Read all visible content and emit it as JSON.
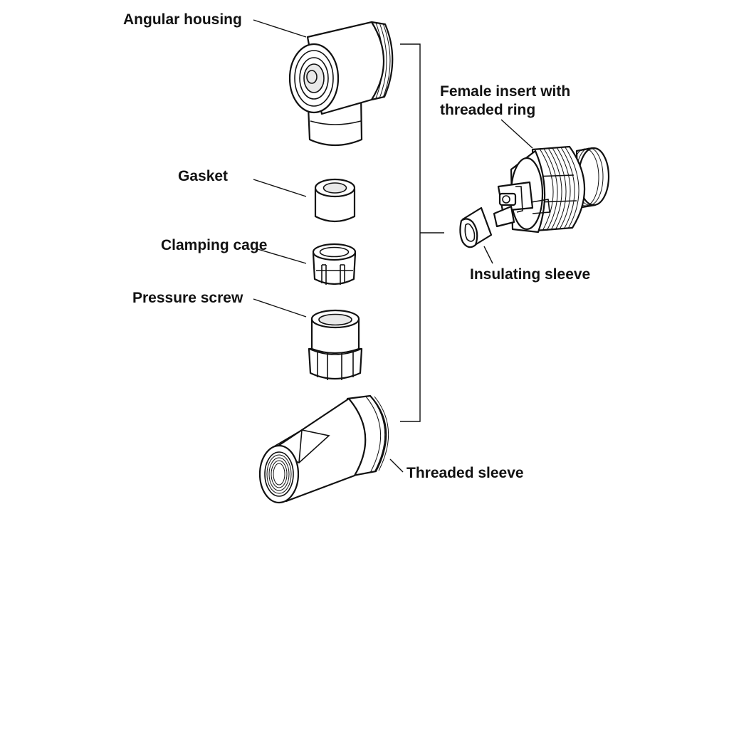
{
  "labels": {
    "angular_housing": "Angular housing",
    "gasket": "Gasket",
    "clamping_cage": "Clamping cage",
    "pressure_screw": "Pressure screw",
    "threaded_sleeve": "Threaded sleeve",
    "female_insert_line1": "Female insert with",
    "female_insert_line2": "threaded ring",
    "insulating_sleeve": "Insulating sleeve"
  },
  "colors": {
    "line": "#111111",
    "background": "#ffffff",
    "shade": "#e9e9e9"
  }
}
